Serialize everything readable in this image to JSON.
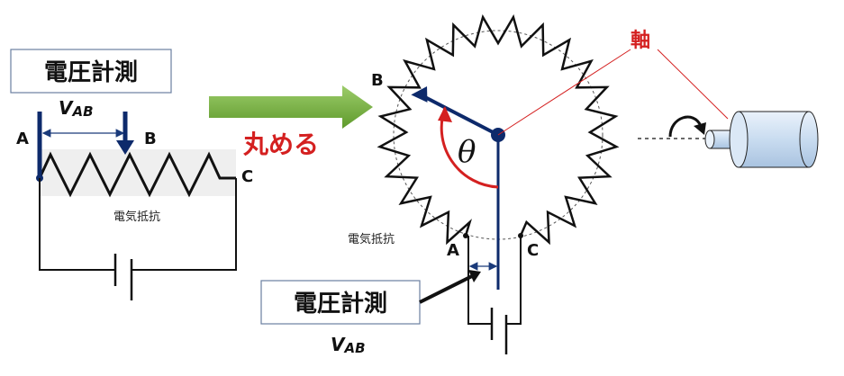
{
  "left": {
    "measure_box": "電圧計測",
    "vab_main": "V",
    "vab_sub": "AB",
    "label_a": "A",
    "label_b": "B",
    "label_c": "C",
    "resistor_label": "電気抵抗"
  },
  "middle": {
    "arrow_label": "丸める"
  },
  "right": {
    "label_a": "A",
    "label_b": "B",
    "label_c": "C",
    "theta": "θ",
    "axis_label": "軸",
    "resistor_label": "電気抵抗",
    "measure_box": "電圧計測",
    "vab_main": "V",
    "vab_sub": "AB"
  },
  "colors": {
    "navy": "#0d2a6b",
    "red": "#d42020",
    "green": "#72b03a",
    "black": "#111111"
  }
}
